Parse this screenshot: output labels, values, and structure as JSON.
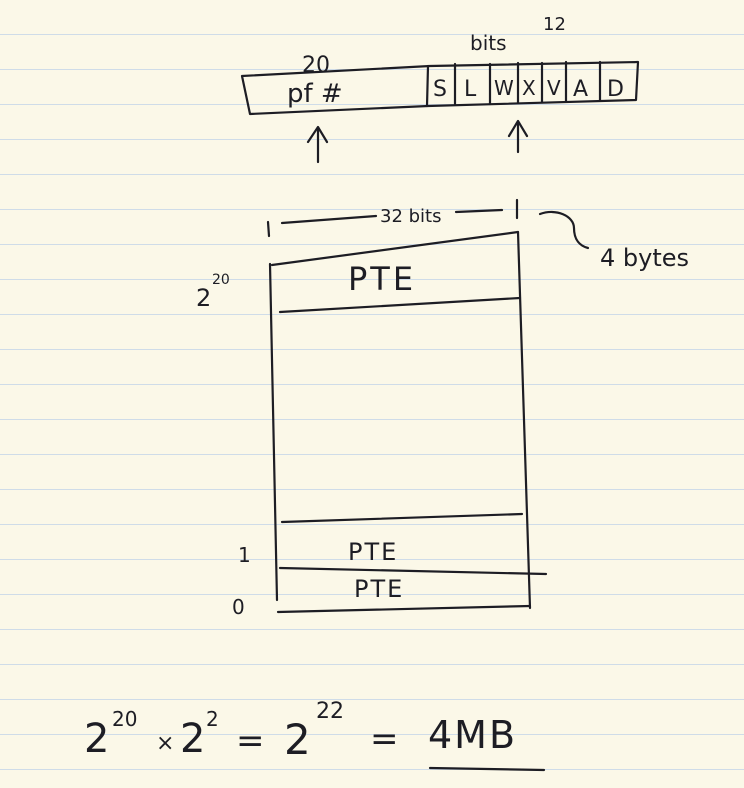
{
  "pte_entry": {
    "pfn_width": "20",
    "pfn_label": "pf #",
    "bits_label": "bits",
    "bits_count": "12",
    "flag_bits": [
      "S",
      "L",
      "W",
      "X",
      "V",
      "A",
      "D"
    ]
  },
  "page_table": {
    "width_label": "32 bits",
    "size_label": "4 bytes",
    "entries_label": "2^20",
    "entries_base": "2",
    "entries_exp": "20",
    "top_entry": "PTE",
    "entry_1_index": "1",
    "entry_1": "PTE",
    "entry_0_index": "0",
    "entry_0": "PTE"
  },
  "calculation": {
    "base1": "2",
    "exp1": "20",
    "times": "×",
    "base2": "2",
    "exp2": "2",
    "equals1": "=",
    "base3": "2",
    "exp3": "22",
    "equals2": "=",
    "result": "4MB"
  }
}
